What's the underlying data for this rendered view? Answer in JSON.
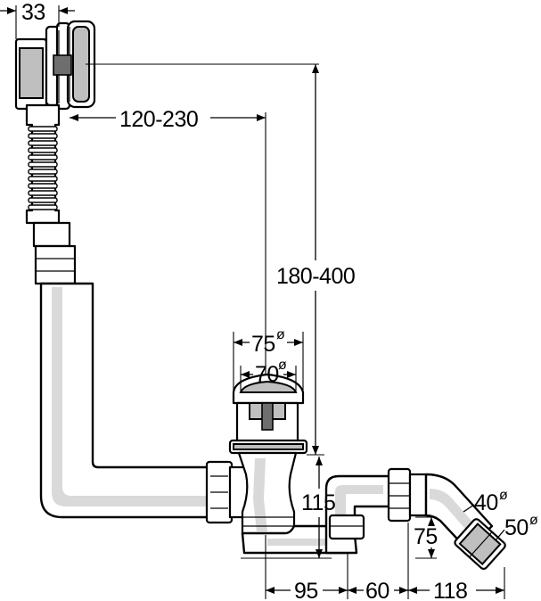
{
  "dimensions": {
    "d33": "33",
    "d120_230": "120-230",
    "d180_400": "180-400",
    "d75": "75",
    "d70": "70",
    "d115": "115",
    "d75_trap": "75",
    "d40": "40",
    "d50": "50",
    "d95": "95",
    "d60": "60",
    "d118": "118"
  },
  "diameter_symbol": "ø"
}
